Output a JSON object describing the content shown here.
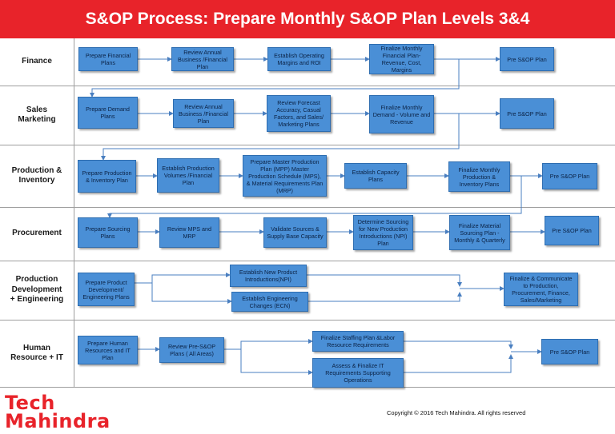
{
  "title": "S&OP Process: Prepare Monthly S&OP Plan Levels 3&4",
  "lanes": [
    {
      "label": "Finance"
    },
    {
      "label": "Sales\nMarketing"
    },
    {
      "label": "Production &\nInventory"
    },
    {
      "label": "Procurement"
    },
    {
      "label": "Production\nDevelopment\n+ Engineering"
    },
    {
      "label": "Human\nResource + IT"
    }
  ],
  "boxes": {
    "fin_1": "Prepare Financial Plans",
    "fin_2": "Review Annual Business /Financial Plan",
    "fin_3": "Establish Operating Margins and ROI",
    "fin_4": "Finalize Monthly Financial Plan-Revenue, Cost, Margins",
    "fin_5": "Pre S&OP Plan",
    "sal_1": "Prepare Demand Plans",
    "sal_2": "Review Annual Business /Financial Plan",
    "sal_3": "Review Forecast Accuracy, Casual Factors, and Sales/ Marketing Plans",
    "sal_4": "Finalize Monthly Demand - Volume and Revenue",
    "sal_5": "Pre S&OP Plan",
    "pi_1": "Prepare Production & Inventory Plan",
    "pi_2": "Establish Production Volumes /Financial Plan",
    "pi_3": "Prepare Master Production Plan (MPP) Master Production Schedule (MPS), & Material Requirements Plan (MRP)",
    "pi_4": "Establish Capacity Plans",
    "pi_5": "Finalize Monthly Production & Inventory Plans",
    "pi_6": "Pre S&OP Plan",
    "pro_1": "Prepare Sourcing Plans",
    "pro_2": "Review MPS and MRP",
    "pro_3": "Validate Sources & Supply Base Capacity",
    "pro_4": "Determine Sourcing for New Production Introductions (NPI) Plan",
    "pro_5": "Finalize Material Sourcing Plan - Monthly & Quarterly",
    "pro_6": "Pre S&OP Plan",
    "pde_1": "Prepare Product Development/ Engineering Plans",
    "pde_2": "Establish New Product Introductions(NPI)",
    "pde_3": "Establish Engineering Changes (ECN)",
    "pde_4": "Finalize & Communicate to Production, Procurement, Finance, Sales/Marketing",
    "hr_1": "Prepare Human Resources and IT Plan",
    "hr_2": "Review Pre-S&OP Plans ( All Areas)",
    "hr_3": "Finalize Staffing Plan &Labor Resource Requirements",
    "hr_4": "Assess & Finalize IT Requirements Supporting Operations",
    "hr_5": "Pre S&OP Plan"
  },
  "logo": {
    "line1": "Tech",
    "line2": "Mahindra"
  },
  "copyright": "Copyright © 2016 Tech Mahindra. All rights reserved",
  "colors": {
    "title_bg": "#e8232a",
    "box_fill": "#4a8fd6",
    "arrow": "#4a7fc0",
    "logo": "#e8232a"
  }
}
